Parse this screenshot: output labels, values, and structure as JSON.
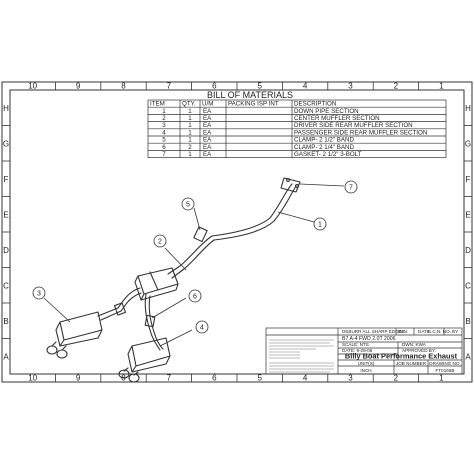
{
  "border": {
    "top_cols": [
      "10",
      "9",
      "8",
      "7",
      "6",
      "5",
      "4",
      "3",
      "2",
      "1"
    ],
    "bottom_cols": [
      "10",
      "9",
      "8",
      "7",
      "6",
      "5",
      "4",
      "3",
      "2",
      "1"
    ],
    "left_rows": [
      "H",
      "G",
      "F",
      "E",
      "D",
      "C",
      "B",
      "A"
    ],
    "right_rows": [
      "H",
      "G",
      "F",
      "E",
      "D",
      "C",
      "B",
      "A"
    ]
  },
  "bom": {
    "title": "BILL OF MATERIALS",
    "headers": [
      "ITEM",
      "QTY.",
      "U/M",
      "PACKING ISP INT",
      "DESCRIPTION"
    ],
    "rows": [
      {
        "item": "1",
        "qty": "1",
        "um": "EA",
        "desc": "DOWN PIPE SECTION"
      },
      {
        "item": "2",
        "qty": "1",
        "um": "EA",
        "desc": "CENTER MUFFLER SECTION"
      },
      {
        "item": "3",
        "qty": "1",
        "um": "EA",
        "desc": "DRIVER SIDE REAR MUFFLER SECTION"
      },
      {
        "item": "4",
        "qty": "1",
        "um": "EA",
        "desc": "PASSENGER SIDE REAR MUFFLER SECTION"
      },
      {
        "item": "5",
        "qty": "1",
        "um": "EA",
        "desc": "CLAMP- 2 1/2\" BAND"
      },
      {
        "item": "6",
        "qty": "2",
        "um": "EA",
        "desc": "CLAMP- 2 1/4\" BAND"
      },
      {
        "item": "7",
        "qty": "1",
        "um": "EA",
        "desc": "GASKET- 2 1/2\" 3-BOLT"
      }
    ]
  },
  "callouts": [
    "1",
    "2",
    "3",
    "4",
    "5",
    "6",
    "7"
  ],
  "title_block": {
    "company": "Billy Boat Performance Exhaust",
    "part_desc": "B7 A-4 FWD 2.0T 2006",
    "deburr": "DEBURR ALL SHARP EDGES",
    "rev_labels": [
      "REV.",
      "DATE",
      "E.C.N. NO.",
      "BY"
    ],
    "dwn": "DWN: KWA",
    "scale": "SCALE: NTS",
    "date": "DATE: 9-29-05",
    "approved": "APPROVED BY:",
    "units_label": "UNIT(S)",
    "units_value": "INCH",
    "job_label": "JOB NUMBER",
    "drawing_label": "DRAWING NO.",
    "drawing_no": "FT0165B"
  }
}
